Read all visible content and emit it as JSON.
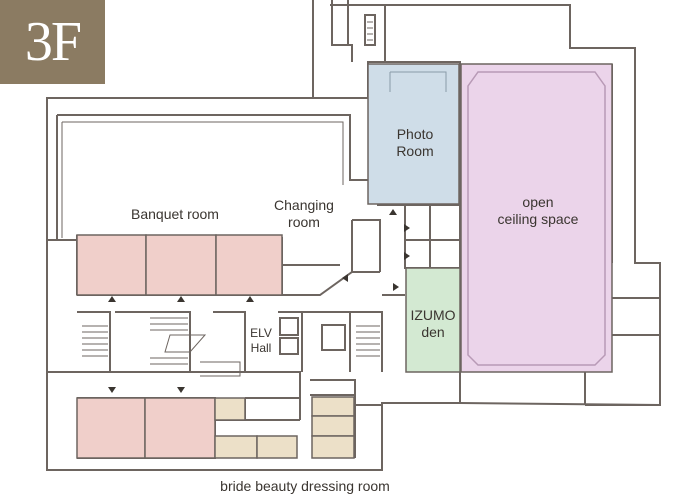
{
  "floor_badge": "3F",
  "colors": {
    "wall": "#6d6560",
    "banquet": "#f0cfca",
    "photo": "#cfdde8",
    "open_ceiling": "#ebd4ea",
    "open_ceiling_border": "#b89ab6",
    "izumo": "#d3e9d2",
    "dressing": "#ece0c8",
    "badge": "#8b7b62"
  },
  "rooms": {
    "photo": "Photo\nRoom",
    "open_ceiling": "open\nceiling space",
    "banquet": "Banquet room",
    "changing": "Changing\nroom",
    "izumo": "IZUMO\nden",
    "elv_hall": "ELV\nHall",
    "bride": "bride beauty dressing room"
  }
}
